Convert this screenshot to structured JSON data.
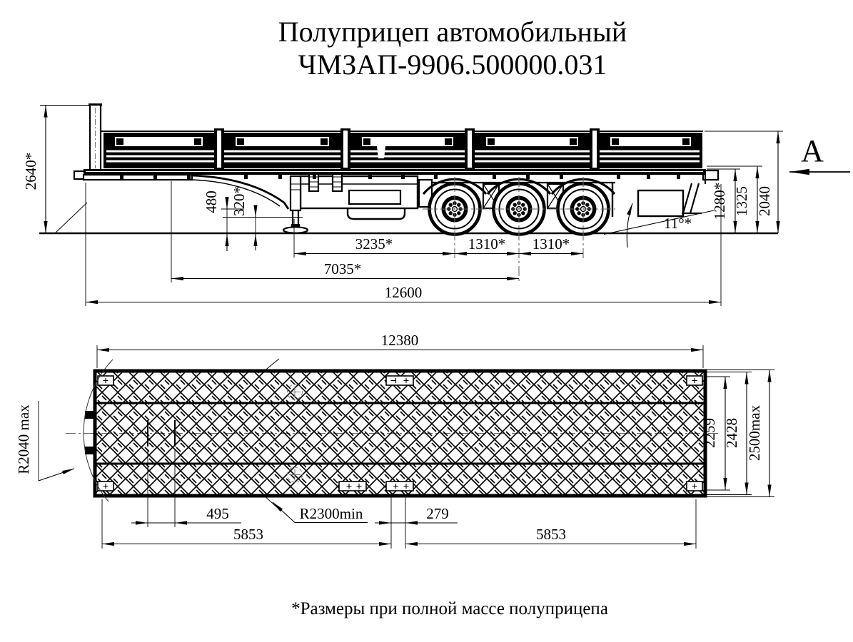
{
  "title": {
    "line1": "Полуприцеп автомобильный",
    "line2": "ЧМЗАП-9906.500000.031"
  },
  "footnote": "*Размеры при полной массе полуприцепа",
  "side_view": {
    "dim_overall_height": "2640*",
    "dim_height_480": "480",
    "dim_height_320": "320*",
    "dim_leg_to_axle": "3235*",
    "dim_axle_spacing_1": "1310*",
    "dim_axle_spacing_2": "1310*",
    "dim_kingpin_to_bogie": "7035*",
    "dim_overall_length": "12600",
    "dim_rear_height_laden": "1280*",
    "dim_rear_height": "1325",
    "dim_board_top_height": "2040",
    "dim_departure_angle": "11°*",
    "view_arrow_label": "A"
  },
  "top_view": {
    "dim_platform_length": "12380",
    "dim_front_swing_radius": "R2040 max",
    "dim_inner_width": "2259",
    "dim_outer_width": "2428",
    "dim_overall_width": "2500max",
    "dim_kingpin_spacing": "495",
    "dim_clearance_radius": "R2300min",
    "dim_offset": "279",
    "dim_span_left": "5853",
    "dim_span_right": "5853"
  }
}
